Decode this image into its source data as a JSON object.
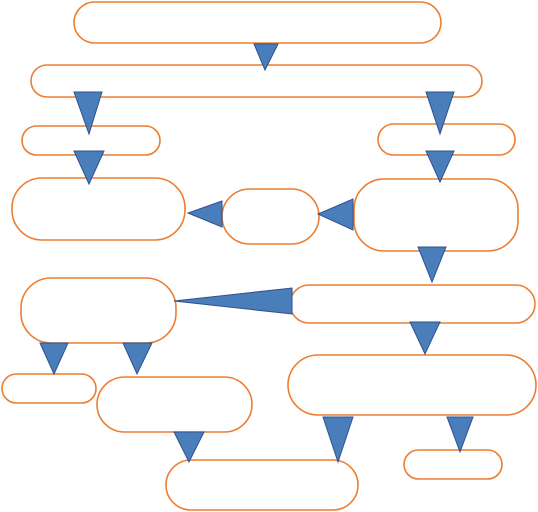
{
  "colors": {
    "node_border": "#ED7D31",
    "node_fill": "#FFFFFF",
    "arrow_fill": "#4A7EBB",
    "arrow_border": "#2F528F",
    "background": "#FFFFFF"
  },
  "nodes": [
    {
      "id": "n1",
      "label": ""
    },
    {
      "id": "n2",
      "label": ""
    },
    {
      "id": "n3",
      "label": ""
    },
    {
      "id": "n4",
      "label": ""
    },
    {
      "id": "n5",
      "label": ""
    },
    {
      "id": "n6",
      "label": ""
    },
    {
      "id": "n7",
      "label": ""
    },
    {
      "id": "n8",
      "label": ""
    },
    {
      "id": "n9",
      "label": ""
    },
    {
      "id": "n10",
      "label": ""
    },
    {
      "id": "n11",
      "label": ""
    },
    {
      "id": "n12",
      "label": ""
    },
    {
      "id": "n13",
      "label": ""
    },
    {
      "id": "n14",
      "label": ""
    },
    {
      "id": "n15",
      "label": ""
    }
  ],
  "edges": [
    {
      "from": "n1",
      "to": "n2",
      "direction": "down"
    },
    {
      "from": "n2",
      "to": "n3",
      "direction": "down"
    },
    {
      "from": "n2",
      "to": "n4",
      "direction": "down"
    },
    {
      "from": "n3",
      "to": "n5",
      "direction": "down"
    },
    {
      "from": "n4",
      "to": "n7",
      "direction": "down"
    },
    {
      "from": "n7",
      "to": "n6",
      "direction": "left"
    },
    {
      "from": "n6",
      "to": "n5",
      "direction": "left"
    },
    {
      "from": "n7",
      "to": "n9",
      "direction": "down"
    },
    {
      "from": "n9",
      "to": "n8",
      "direction": "left"
    },
    {
      "from": "n8",
      "to": "n10",
      "direction": "down"
    },
    {
      "from": "n8",
      "to": "n11",
      "direction": "down"
    },
    {
      "from": "n9",
      "to": "n12",
      "direction": "down"
    },
    {
      "from": "n11",
      "to": "n13",
      "direction": "down"
    },
    {
      "from": "n12",
      "to": "n13",
      "direction": "down"
    },
    {
      "from": "n12",
      "to": "n14",
      "direction": "down"
    }
  ]
}
